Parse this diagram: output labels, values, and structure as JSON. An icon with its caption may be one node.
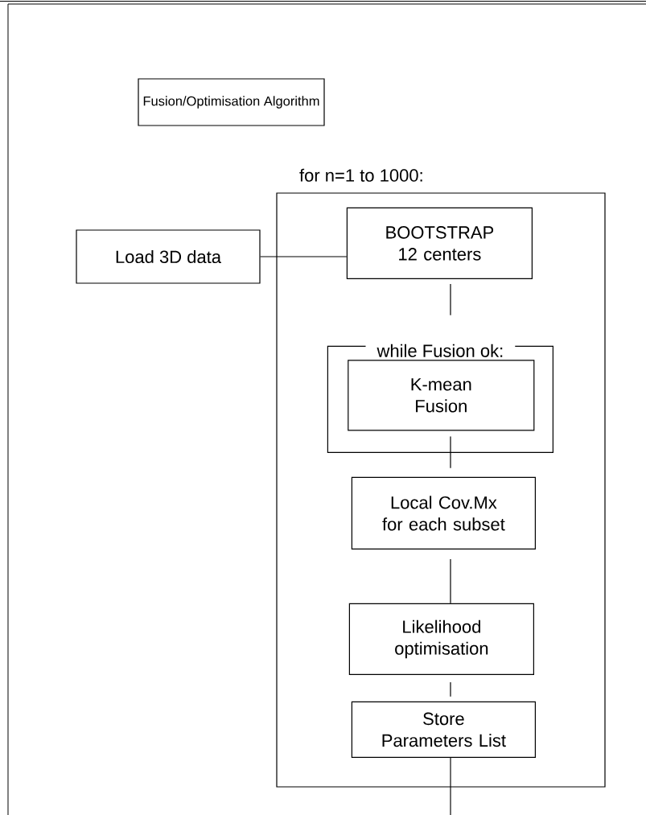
{
  "diagram": {
    "nodes": [
      {
        "text": [
          "Fusion/Optimisation Algorithm"
        ]
      },
      {
        "text": [
          "for n=1 to 1000:"
        ]
      },
      {
        "text": [
          "Load 3D data"
        ]
      },
      {
        "text": [
          "BOOTSTRAP 12 centers"
        ],
        "in": 1
      },
      {
        "text": [
          "while Fusion ok:"
        ],
        "in": 1
      },
      {
        "text": [
          "K-mean Fusion"
        ],
        "in": 4
      },
      {
        "text": [
          "Local Cov.Mx for each subset"
        ],
        "in": 1
      },
      {
        "text": [
          "Likelihood optimisation"
        ],
        "in": 1
      },
      {
        "text": [
          "Store Parameters List"
        ],
        "in": 1
      }
    ],
    "edges": [
      {
        "from": 2,
        "to": 3,
        "arrow": "none"
      },
      {
        "from": 3,
        "to": 4,
        "arrow": "none"
      },
      {
        "from": 5,
        "to": 6,
        "arrow": "none"
      },
      {
        "from": 6,
        "to": 7,
        "arrow": "none"
      },
      {
        "from": 7,
        "to": 8,
        "arrow": "none"
      },
      {
        "from": 8,
        "to": null,
        "arrow": "none"
      }
    ]
  }
}
